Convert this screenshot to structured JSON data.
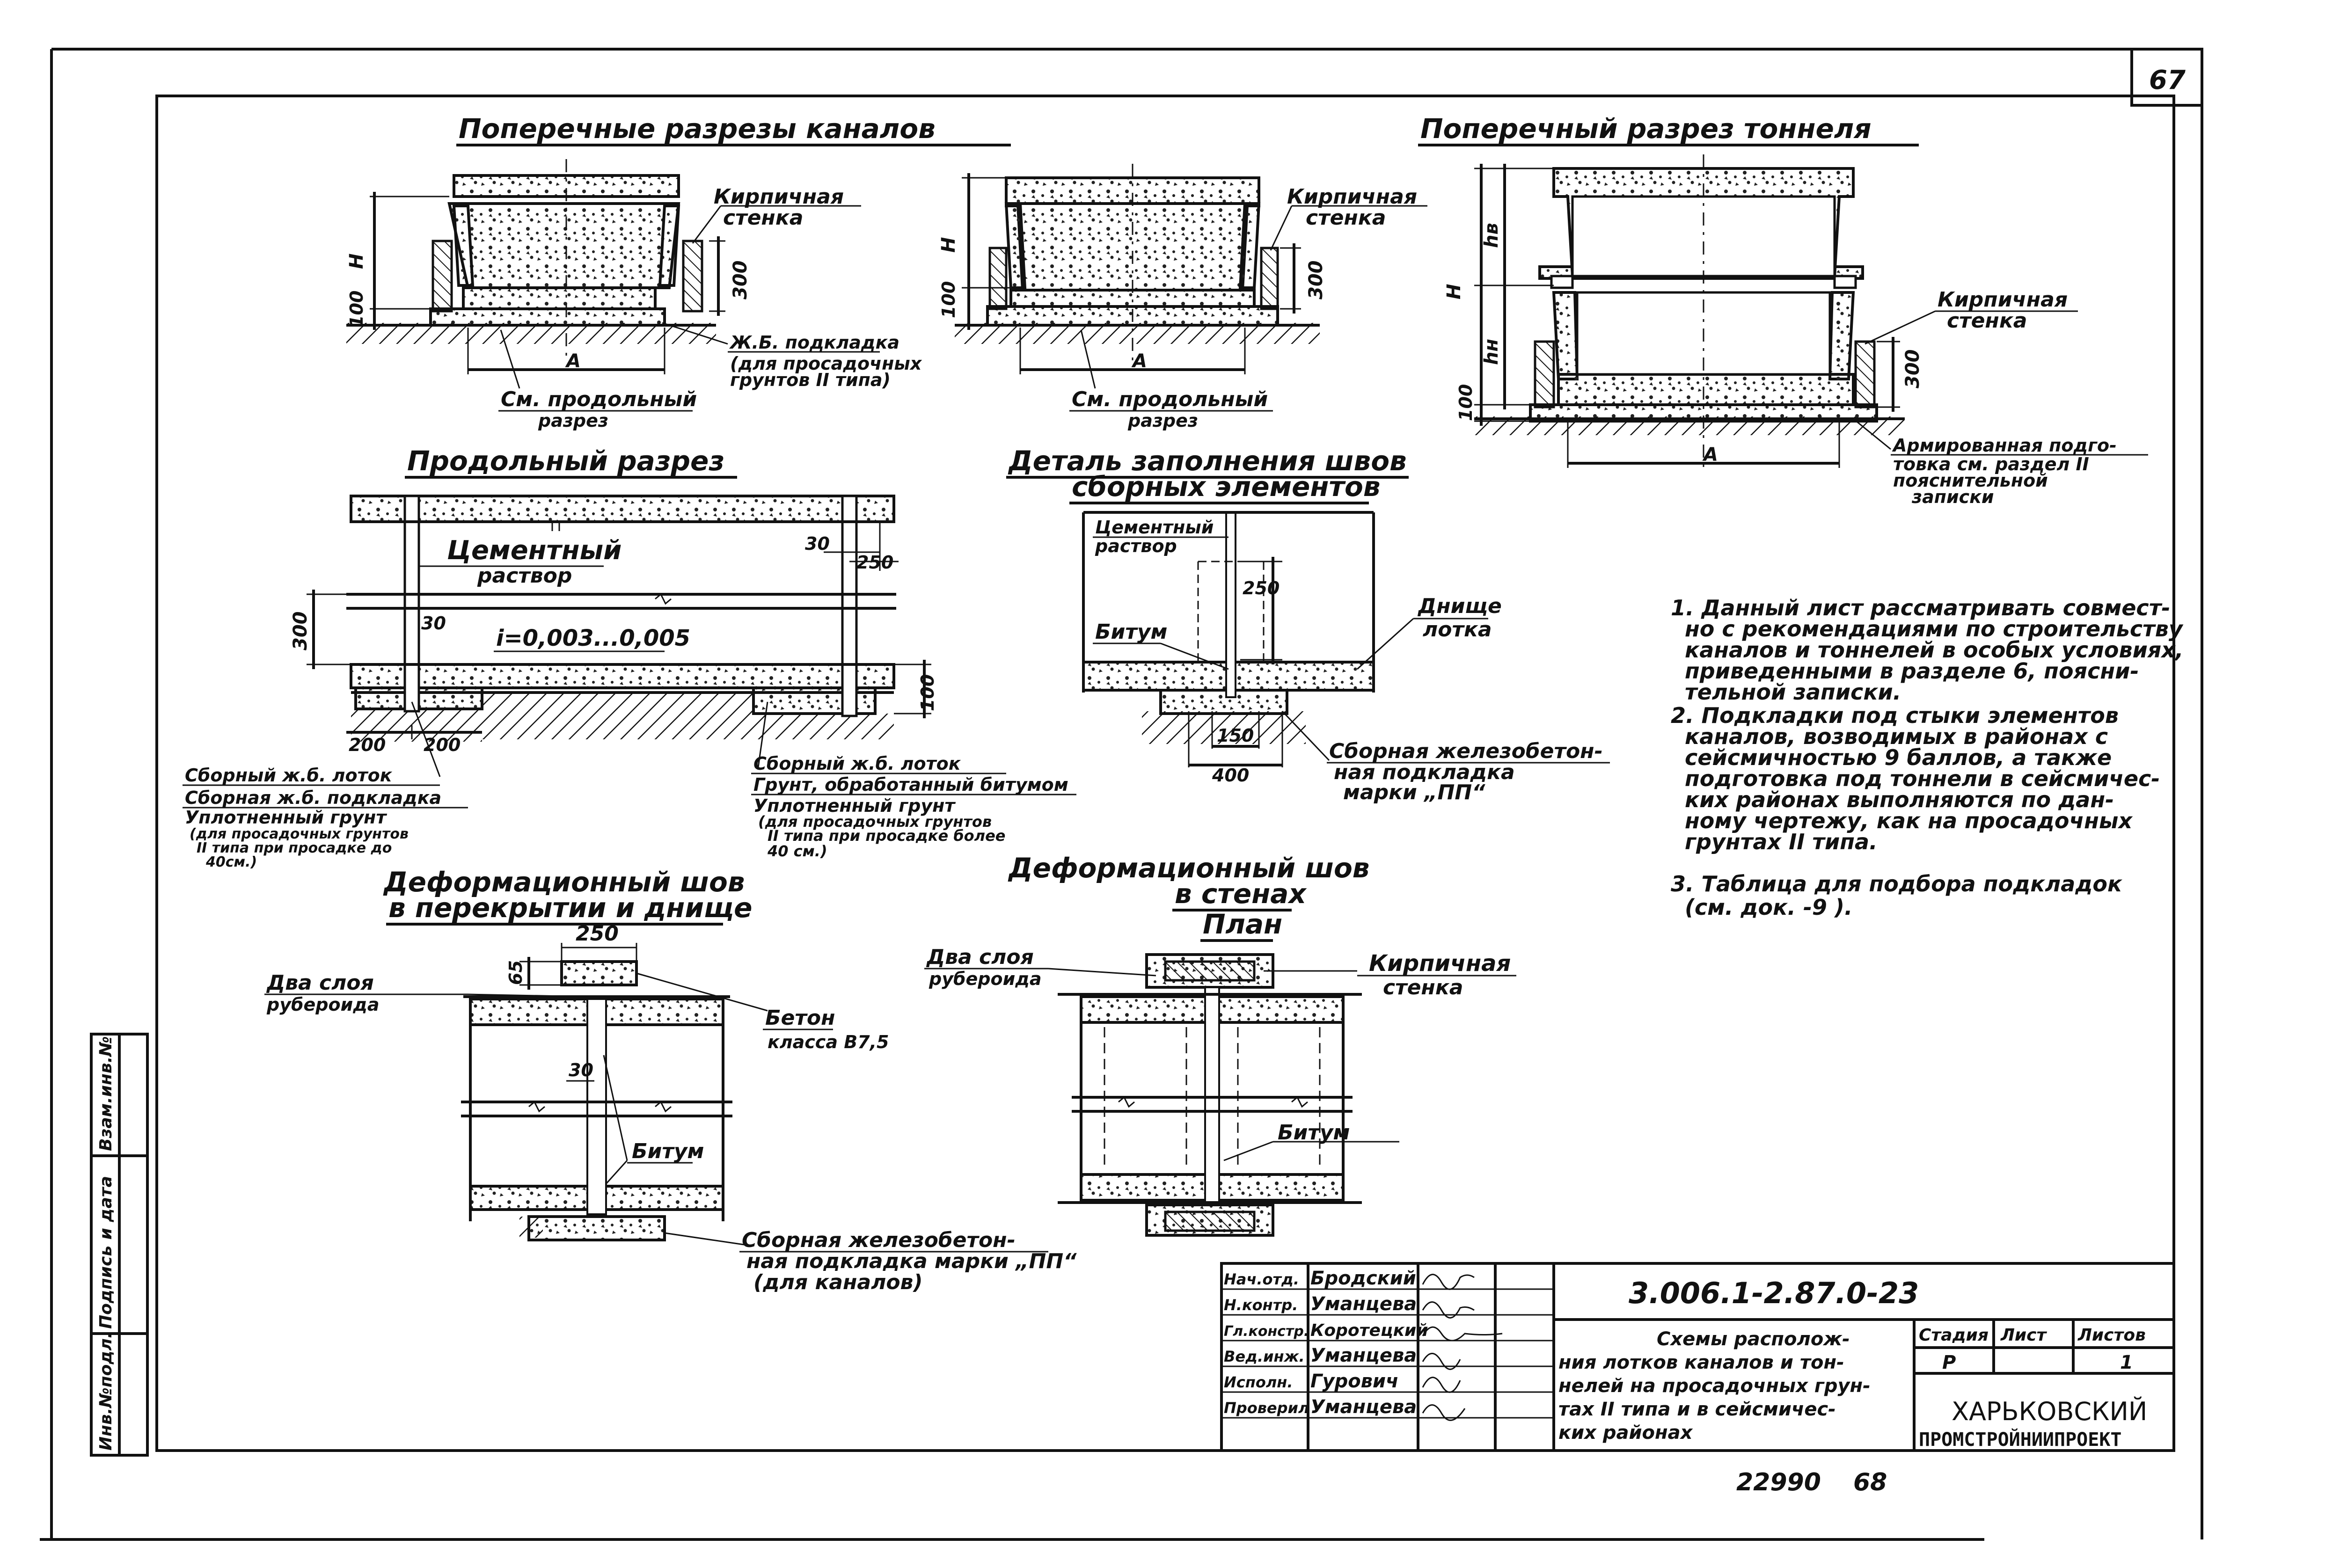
{
  "page_number": "67",
  "sections": {
    "channels_title": "Поперечные разрезы каналов",
    "tunnel_title": "Поперечный разрез тоннеля",
    "longitudinal_title": "Продольный разрез",
    "joint_detail_title_1": "Деталь заполнения швов",
    "joint_detail_title_2": "сборных элементов",
    "deform_slab_title_1": "Деформационный шов",
    "deform_slab_title_2": "в перекрытии и днище",
    "deform_wall_title_1": "Деформационный шов",
    "deform_wall_title_2": "в стенах",
    "deform_wall_title_3": "План"
  },
  "labels": {
    "brick_wall_1a": "Кирпичная",
    "brick_wall_1b": "стенка",
    "brick_wall_2a": "Кирпичная",
    "brick_wall_2b": "стенка",
    "brick_wall_3a": "Кирпичная",
    "brick_wall_3b": "стенка",
    "pad_note_1": "Ж.Б. подкладка",
    "pad_note_2": "(для просадочных",
    "pad_note_3": "грунтов II типа)",
    "see_long_1a": "См. продольный",
    "see_long_1b": "разрез",
    "see_long_2a": "См. продольный",
    "see_long_2b": "разрез",
    "reinforced_1": "Армированная подго-",
    "reinforced_2": "товка см. раздел II",
    "reinforced_3": "пояснительной",
    "reinforced_4": "записки",
    "cement_mortar_1": "Цементный",
    "cement_mortar_2": "раствор",
    "slope": "i=0,003...0,005",
    "left_legend_1": "Сборный ж.б. лоток",
    "left_legend_2": "Сборная ж.б. подкладка",
    "left_legend_3": "Уплотненный грунт",
    "left_legend_4": "(для просадочных грунтов",
    "left_legend_5": "II типа при просадке до",
    "left_legend_6": "40см.)",
    "right_legend_1": "Сборный ж.б. лоток",
    "right_legend_2": "Грунт, обработанный битумом",
    "right_legend_3": "Уплотненный грунт",
    "right_legend_4": "(для просадочных грунтов",
    "right_legend_5": "II типа при просадке более",
    "right_legend_6": "40 см.)",
    "detail_cement_1": "Цементный",
    "detail_cement_2": "раствор",
    "bitumen_1": "Битум",
    "tray_bottom_1": "Днище",
    "tray_bottom_2": "лотка",
    "precast_pad_1": "Сборная железобетон-",
    "precast_pad_2": "ная подкладка",
    "precast_pad_3": "марки „ПП“",
    "two_layers_1a": "Два слоя",
    "two_layers_1b": "рубероида",
    "concrete_1": "Бетон",
    "concrete_2": "класса B7,5",
    "bitumen_2": "Битум",
    "precast_pad2_1": "Сборная железобетон-",
    "precast_pad2_2": "ная подкладка марки „ПП“",
    "precast_pad2_3": "(для каналов)",
    "two_layers_2a": "Два слоя",
    "two_layers_2b": "рубероида",
    "brick_wall_4a": "Кирпичная",
    "brick_wall_4b": "стенка",
    "bitumen_3": "Битум"
  },
  "dimensions": {
    "H": "H",
    "d100": "100",
    "d300": "300",
    "A": "A",
    "hv": "hв",
    "hn": "hн",
    "d30": "30",
    "d250": "250",
    "d200": "200",
    "d150": "150",
    "d400": "400",
    "d65": "65"
  },
  "notes": [
    "1. Данный лист рассматривать совмест-",
    "но с рекомендациями по строительству",
    "каналов и тоннелей в особых условиях,",
    "приведенными в разделе 6, поясни-",
    "тельной записки.",
    "2. Подкладки под стыки элементов",
    "каналов, возводимых в районах с",
    "сейсмичностью 9 баллов, а также",
    "подготовка под тоннели в сейсмичес-",
    "ких районах выполняются по дан-",
    "ному чертежу, как на просадочных",
    "грунтах II типа.",
    "3. Таблица для подбора подкладок",
    "(см. док. -9 )."
  ],
  "title_block": {
    "doc_code": "3.006.1-2.87.0-23",
    "roles": [
      "Нач.отд.",
      "Н.контр.",
      "Гл.констр.",
      "Вед.инж.",
      "Исполн.",
      "Проверил"
    ],
    "names": [
      "Бродский",
      "Уманцева",
      "Коротецкий",
      "Уманцева",
      "Гурович",
      "Уманцева"
    ],
    "title_lines": [
      "Схемы располож-",
      "ния лотков каналов и тон-",
      "нелей на просадочных грун-",
      "тах II типа и в сейсмичес-",
      "ких районах"
    ],
    "stage_header": "Стадия",
    "sheet_header": "Лист",
    "sheets_header": "Листов",
    "stage": "Р",
    "sheet": "",
    "sheets": "1",
    "org_1": "ХАРЬКОВСКИЙ",
    "org_2": "ПРОМСТРОЙНИИПРОЕКТ"
  },
  "side_stamp": [
    "Инв.№подл.",
    "Подпись и дата",
    "Взам.инв.№"
  ],
  "bottom_numbers": {
    "inv": "22990",
    "num": "68"
  }
}
